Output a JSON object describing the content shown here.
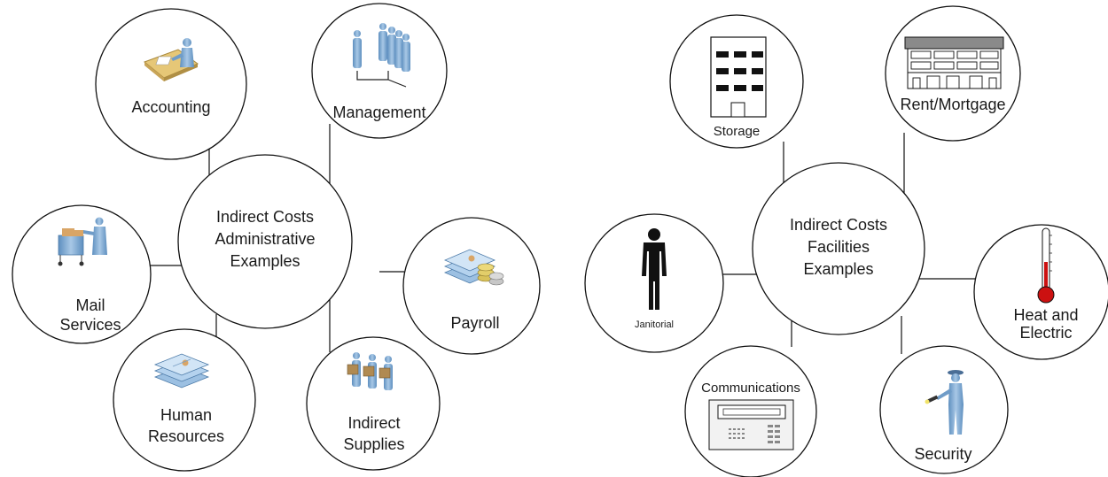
{
  "diagrams": [
    {
      "center": {
        "lines": [
          "Indirect Costs",
          "Administrative",
          "Examples"
        ]
      },
      "nodes": [
        {
          "lines": [
            "Accounting"
          ],
          "icon": "accountant-at-desk-icon"
        },
        {
          "lines": [
            "Management"
          ],
          "icon": "org-chart-people-icon"
        },
        {
          "lines": [
            "Mail",
            "Services"
          ],
          "icon": "mail-cart-person-icon"
        },
        {
          "lines": [
            "Payroll"
          ],
          "icon": "documents-and-coins-icon"
        },
        {
          "lines": [
            "Human",
            "Resources"
          ],
          "icon": "document-stack-icon"
        },
        {
          "lines": [
            "Indirect",
            "Supplies"
          ],
          "icon": "people-carrying-boxes-icon"
        }
      ]
    },
    {
      "center": {
        "lines": [
          "Indirect Costs",
          "Facilities",
          "Examples"
        ]
      },
      "nodes": [
        {
          "lines": [
            "Storage"
          ],
          "icon": "office-building-icon"
        },
        {
          "lines": [
            "Rent/Mortgage"
          ],
          "icon": "apartment-building-icon"
        },
        {
          "lines": [
            "Janitorial"
          ],
          "icon": "person-silhouette-icon"
        },
        {
          "lines": [
            "Heat and",
            "Electric"
          ],
          "icon": "thermometer-icon"
        },
        {
          "lines": [
            "Communications"
          ],
          "icon": "phone-system-icon"
        },
        {
          "lines": [
            "Security"
          ],
          "icon": "security-guard-icon"
        }
      ]
    }
  ],
  "colors": {
    "stroke": "#111111",
    "icon_blue": "#7fa9cf",
    "thermometer_red": "#cc1111"
  }
}
